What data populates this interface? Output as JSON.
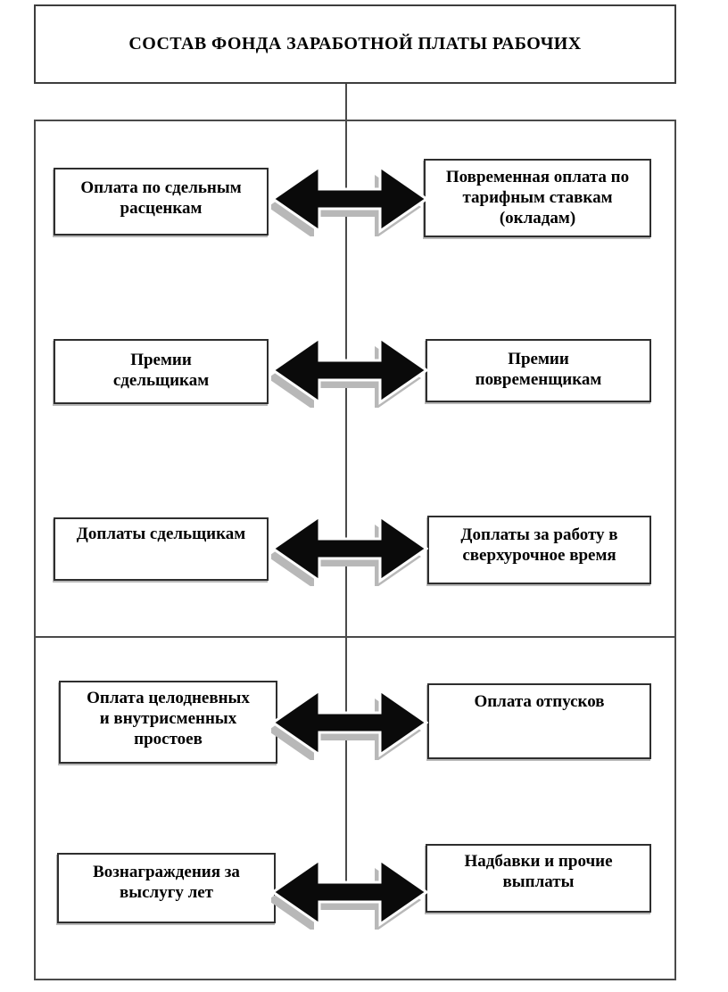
{
  "title": {
    "text": "СОСТАВ ФОНДА ЗАРАБОТНОЙ ПЛАТЫ РАБОЧИХ"
  },
  "colors": {
    "background": "#ffffff",
    "box_border": "#2e2e2e",
    "container_border": "#4a4a4a",
    "connector_line": "#4a4a4a",
    "arrow_fill": "#0a0a0a",
    "arrow_shadow": "#b8b8b8",
    "text": "#000000"
  },
  "icons": {
    "connector": "left-right-double-arrow-icon"
  },
  "sections": [
    {
      "rows": [
        {
          "left": "Оплата по сдельным\nрасценкам",
          "right": "Повременная оплата по\nтарифным ставкам\n(окладам)"
        },
        {
          "left": "Премии\nсдельщикам",
          "right": "Премии\nповременщикам"
        },
        {
          "left": "Доплаты сдельщикам",
          "right": "Доплаты за работу в\nсверхурочное время"
        }
      ]
    },
    {
      "rows": [
        {
          "left": "Оплата целодневных\nи внутрисменных\nпростоев",
          "right": "Оплата отпусков"
        },
        {
          "left": "Вознаграждения за\nвыслугу лет",
          "right": "Надбавки и прочие\nвыплаты"
        }
      ]
    }
  ]
}
